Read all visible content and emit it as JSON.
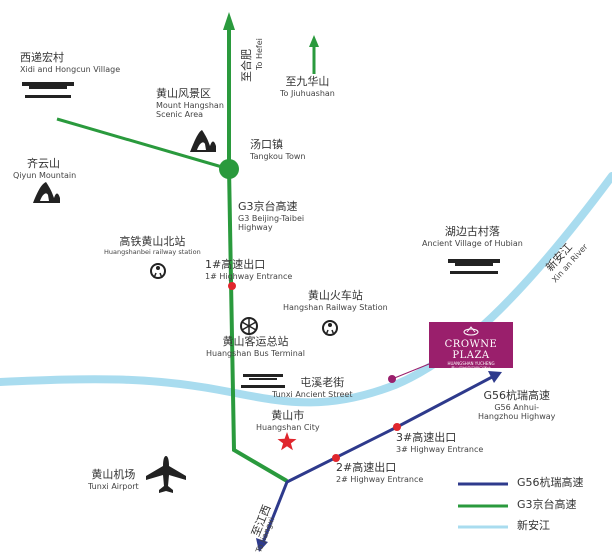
{
  "colors": {
    "g56": "#2e3a8c",
    "g3": "#2a9a3d",
    "river": "#a9dcef",
    "marker": "#e0262d",
    "hotel": "#9a1f6c",
    "star": "#e0262d"
  },
  "places": {
    "xidi": {
      "cn": "西递宏村",
      "en": "Xidi and Hongcun Village"
    },
    "mount_hangshan": {
      "cn": "黄山风景区",
      "en1": "Mount Hangshan",
      "en2": "Scenic Area"
    },
    "qiyun": {
      "cn": "齐云山",
      "en": "Qiyun Mountain"
    },
    "tangkou": {
      "cn": "汤口镇",
      "en": "Tangkou Town"
    },
    "to_hefei": {
      "cn": "至合肥",
      "en": "To Hefei"
    },
    "to_jiuhuashan": {
      "cn": "至九华山",
      "en": "To Jiuhuashan"
    },
    "g3_highway": {
      "cn": "G3京台高速",
      "en1": "G3 Beijing-Taibei",
      "en2": "Highway"
    },
    "hubian": {
      "cn": "湖边古村落",
      "en": "Ancient Village of Hubian"
    },
    "xinan_river": {
      "cn": "新安江",
      "en": "Xin an River"
    },
    "railway_north": {
      "cn": "高铁黄山北站",
      "en": "Huangshanbei railway station"
    },
    "exit1": {
      "cn": "1#高速出口",
      "en": "1# Highway Entrance"
    },
    "railway_station": {
      "cn": "黄山火车站",
      "en": "Hangshan Railway Station"
    },
    "bus_terminal": {
      "cn": "黄山客运总站",
      "en": "Huangshan Bus Terminal"
    },
    "tunxi_street": {
      "cn": "屯溪老街",
      "en": "Tunxi Ancient Street"
    },
    "huangshan_city": {
      "cn": "黄山市",
      "en": "Huangshan City"
    },
    "airport": {
      "cn": "黄山机场",
      "en": "Tunxi Airport"
    },
    "exit2": {
      "cn": "2#高速出口",
      "en": "2# Highway Entrance"
    },
    "exit3": {
      "cn": "3#高速出口",
      "en": "3# Highway Entrance"
    },
    "g56_highway": {
      "cn": "G56杭瑞高速",
      "en1": "G56 Anhui-",
      "en2": "Hangzhou Highway"
    },
    "to_jiangxi": {
      "cn": "至江西",
      "en": "To Jiangxi"
    }
  },
  "hotel": {
    "name": "CROWNE PLAZA",
    "sub1": "HUANGSHAN YUCHENG",
    "sub2": "黄山昱城皇冠假日酒店"
  },
  "legend": [
    {
      "label": "G56杭瑞高速",
      "color": "#2e3a8c"
    },
    {
      "label": "G3京台高速",
      "color": "#2a9a3d"
    },
    {
      "label": "新安江",
      "color": "#a9dcef"
    }
  ]
}
